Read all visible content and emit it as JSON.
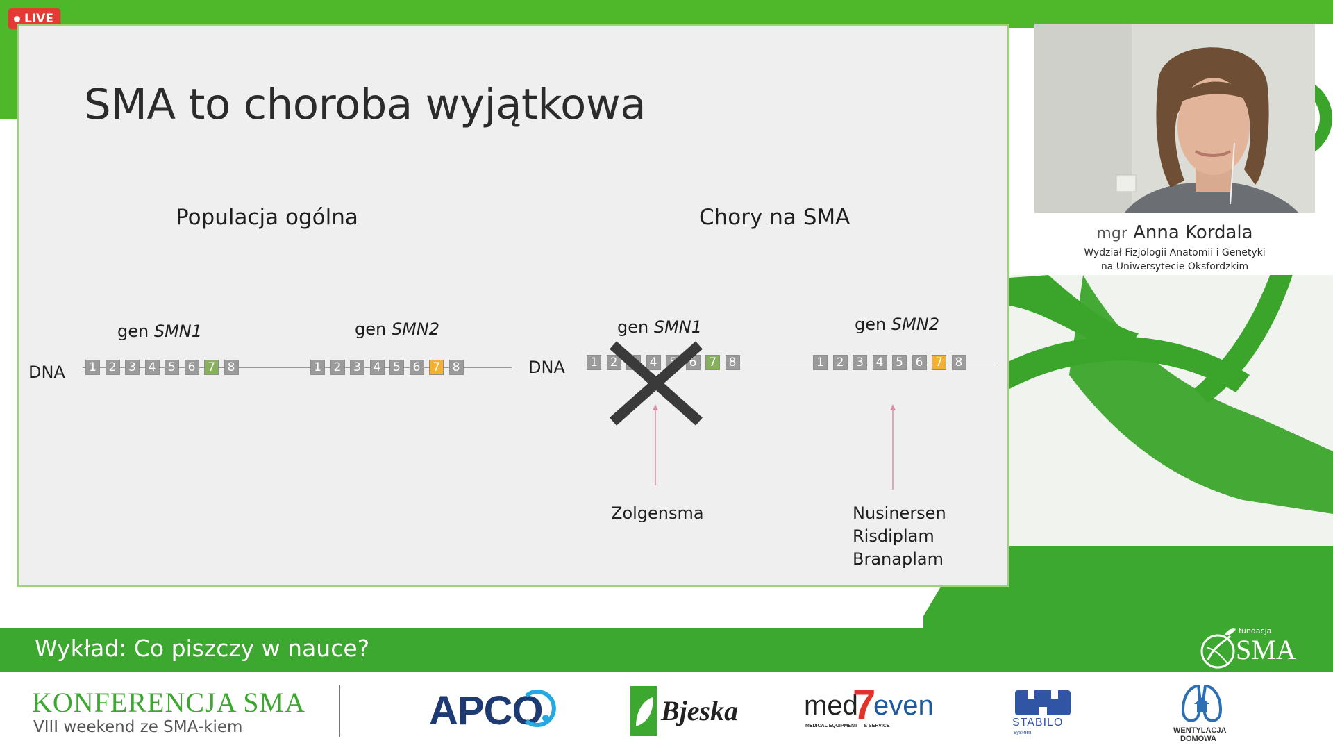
{
  "live_badge": {
    "label": "LIVE"
  },
  "slide": {
    "title": "SMA to choroba wyjątkowa",
    "left_heading": "Populacja ogólna",
    "right_heading": "Chory na SMA",
    "dna_label": "DNA",
    "gene_prefix": "gen",
    "gene1": "SMN1",
    "gene2": "SMN2",
    "exon_numbers": [
      "1",
      "2",
      "3",
      "4",
      "5",
      "6",
      "7",
      "8"
    ],
    "drug_smn1": "Zolgensma",
    "drugs_smn2": [
      "Nusinersen",
      "Risdiplam",
      "Branaplam"
    ],
    "colors": {
      "exon_grey": "#9b9b9b",
      "smn1_exon7": "#86b15a",
      "smn2_exon7": "#f2b134",
      "arrow": "#d98fa8"
    }
  },
  "speaker": {
    "prefix": "mgr",
    "name": "Anna Kordala",
    "affiliation_line1": "Wydział Fizjologii Anatomii i Genetyki",
    "affiliation_line2": "na Uniwersytecie Oksfordzkim"
  },
  "lecture": {
    "title": "Wykład: Co piszczy w nauce?"
  },
  "foundation_logo": {
    "small": "fundacja",
    "big": "SMA"
  },
  "conference": {
    "title": "KONFERENCJA SMA",
    "subtitle": "VIII weekend ze SMA-kiem"
  },
  "sponsors": {
    "apco": "APCO",
    "bjeska": "Bjeska",
    "medseven_a": "med",
    "medseven_b": "7",
    "medseven_c": "even",
    "medseven_tag": "MEDICAL EQUIPMENT",
    "medseven_tag2": "& SERVICE",
    "stabilo": "STABILO",
    "stabilo_tag": "system",
    "wentylacja1": "WENTYLACJA",
    "wentylacja2": "DOMOWA"
  },
  "theme": {
    "green": "#3da82f",
    "light_green": "#9bd27a",
    "live_red": "#e53935"
  }
}
